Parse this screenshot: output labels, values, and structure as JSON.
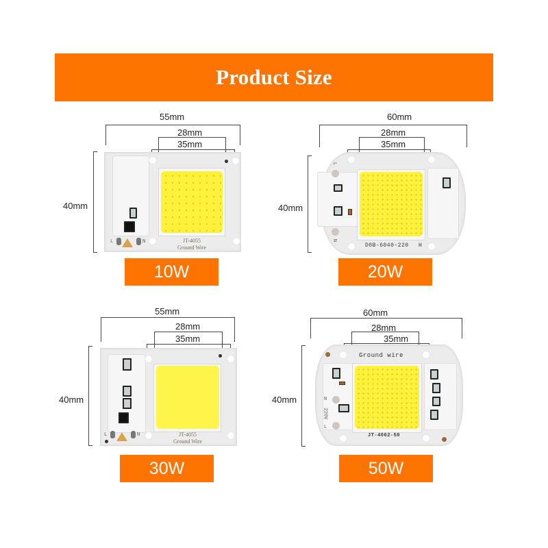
{
  "banner": {
    "title": "Product Size",
    "color": "#ff7300"
  },
  "products": [
    {
      "id": "10w",
      "watt_label": "10W",
      "width_label": "55mm",
      "chip_label": "28mm",
      "hole_label": "35mm",
      "height_label": "40mm",
      "board_text": {
        "model": "JT-4055",
        "note": "Ground Wire",
        "left": "L",
        "right": "N"
      }
    },
    {
      "id": "20w",
      "watt_label": "20W",
      "width_label": "60mm",
      "chip_label": "28mm",
      "hole_label": "35mm",
      "height_label": "40mm",
      "board_text": {
        "model": "D0B-6040-220",
        "suffix": "H",
        "left": "L",
        "right": "N"
      }
    },
    {
      "id": "30w",
      "watt_label": "30W",
      "width_label": "55mm",
      "chip_label": "28mm",
      "hole_label": "35mm",
      "height_label": "40mm",
      "board_text": {
        "model": "JT-4055",
        "note": "Ground Wire",
        "left": "L",
        "right": "N"
      }
    },
    {
      "id": "50w",
      "watt_label": "50W",
      "width_label": "60mm",
      "chip_label": "28mm",
      "hole_label": "35mm",
      "height_label": "40mm",
      "board_text": {
        "model": "JT-4062-50",
        "note": "Ground wire",
        "left": "N",
        "voltage": "220V",
        "right": "L"
      }
    }
  ],
  "colors": {
    "accent": "#ff7300",
    "chip": "#fff13a",
    "board": "#ececec"
  }
}
